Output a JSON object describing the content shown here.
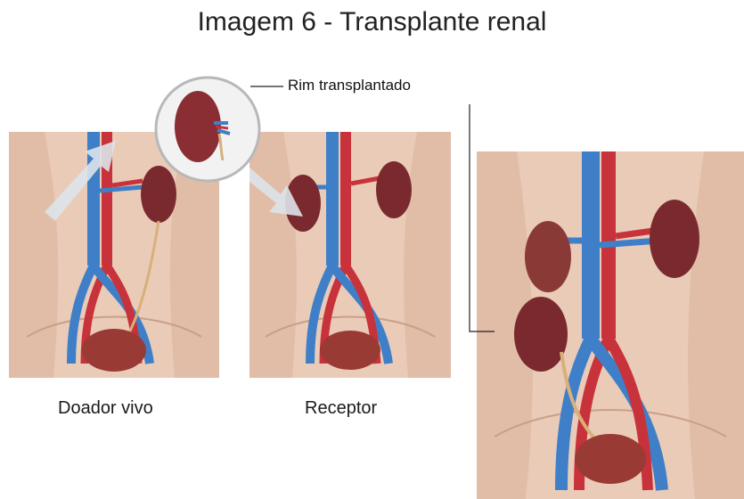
{
  "title": "Imagem 6 - Transplante renal",
  "callout": {
    "label": "Rim transplantado"
  },
  "panels": {
    "donor": {
      "caption": "Doador vivo"
    },
    "recipient": {
      "caption": "Receptor"
    }
  },
  "colors": {
    "skin": "#e9cbb7",
    "artery": "#c8323a",
    "vein": "#3f7fc8",
    "kidney": "#7a2a2e",
    "bladder": "#9a3a34",
    "arrow": "#dde3ea"
  }
}
